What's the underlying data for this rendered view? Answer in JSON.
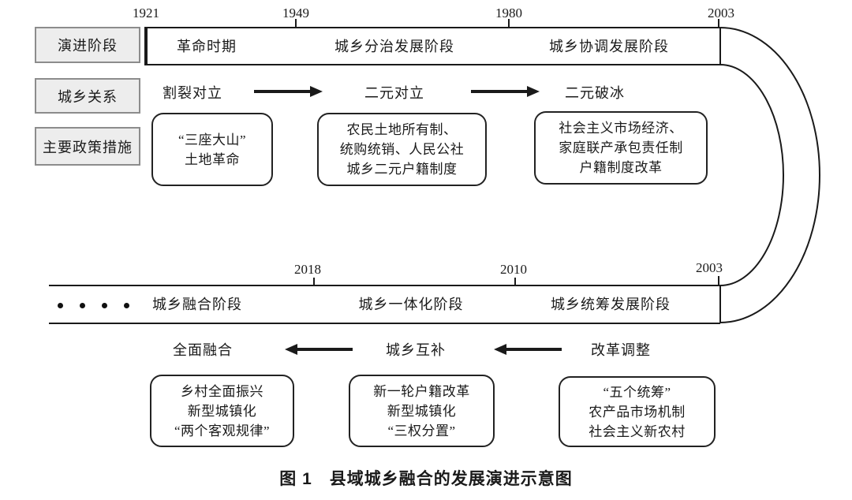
{
  "colors": {
    "line": "#1a1a1a",
    "label_box_fill": "#ededed",
    "label_box_border": "#8c8c8c"
  },
  "row_labels": {
    "stages": "演进阶段",
    "relations": "城乡关系",
    "policies": "主要政策措施"
  },
  "top": {
    "years": [
      "1921",
      "1949",
      "1980",
      "2003"
    ],
    "stages": [
      "革命时期",
      "城乡分治发展阶段",
      "城乡协调发展阶段"
    ],
    "relations": [
      "割裂对立",
      "二元对立",
      "二元破冰"
    ],
    "policies": [
      "“三座大山”\n土地革命",
      "农民土地所有制、\n统购统销、人民公社\n城乡二元户籍制度",
      "社会主义市场经济、\n家庭联产承包责任制\n户籍制度改革"
    ]
  },
  "bottom": {
    "years": [
      "2018",
      "2010",
      "2003"
    ],
    "stages": [
      "城乡融合阶段",
      "城乡一体化阶段",
      "城乡统筹发展阶段"
    ],
    "relations": [
      "全面融合",
      "城乡互补",
      "改革调整"
    ],
    "policies": [
      "乡村全面振兴\n新型城镇化\n“两个客观规律”",
      "新一轮户籍改革\n新型城镇化\n“三权分置”",
      "“五个统筹”\n农产品市场机制\n社会主义新农村"
    ]
  },
  "caption": "图 1　县域城乡融合的发展演进示意图"
}
